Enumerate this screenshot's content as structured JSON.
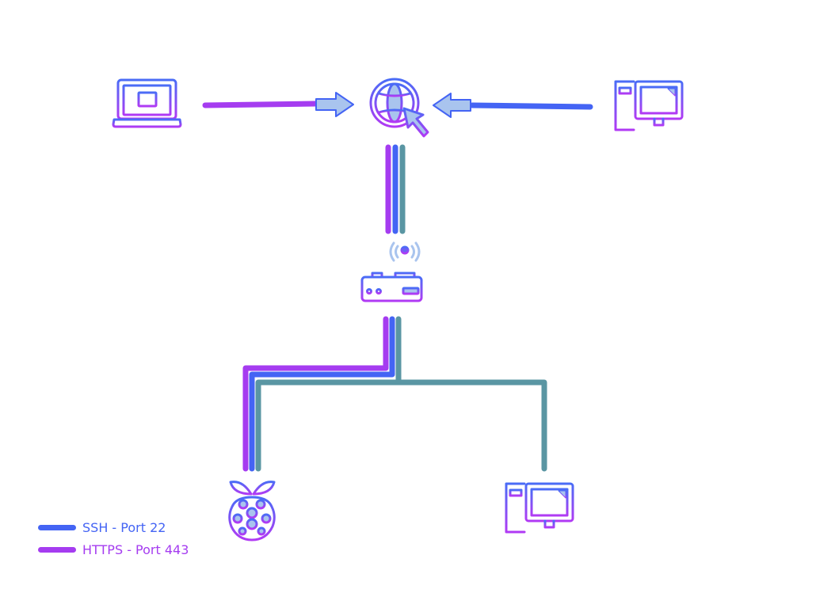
{
  "colors": {
    "ssh": "#4464f4",
    "https": "#a53cf0",
    "lan": "#5a96a3",
    "arrow_fill": "#a9c4ee",
    "icon_top": "#4a6cf6",
    "icon_bottom": "#b13af4"
  },
  "nodes": [
    {
      "id": "laptop",
      "icon": "laptop-icon"
    },
    {
      "id": "internet",
      "icon": "globe-cursor-icon"
    },
    {
      "id": "remote-desktop",
      "icon": "desktop-computer-icon"
    },
    {
      "id": "router",
      "icon": "wifi-router-icon"
    },
    {
      "id": "raspberry-pi",
      "icon": "raspberry-pi-icon"
    },
    {
      "id": "local-desktop",
      "icon": "desktop-computer-icon"
    }
  ],
  "legend": [
    {
      "label": "SSH - Port 22",
      "color": "#4464f4"
    },
    {
      "label": "HTTPS - Port 443",
      "color": "#a53cf0"
    }
  ]
}
